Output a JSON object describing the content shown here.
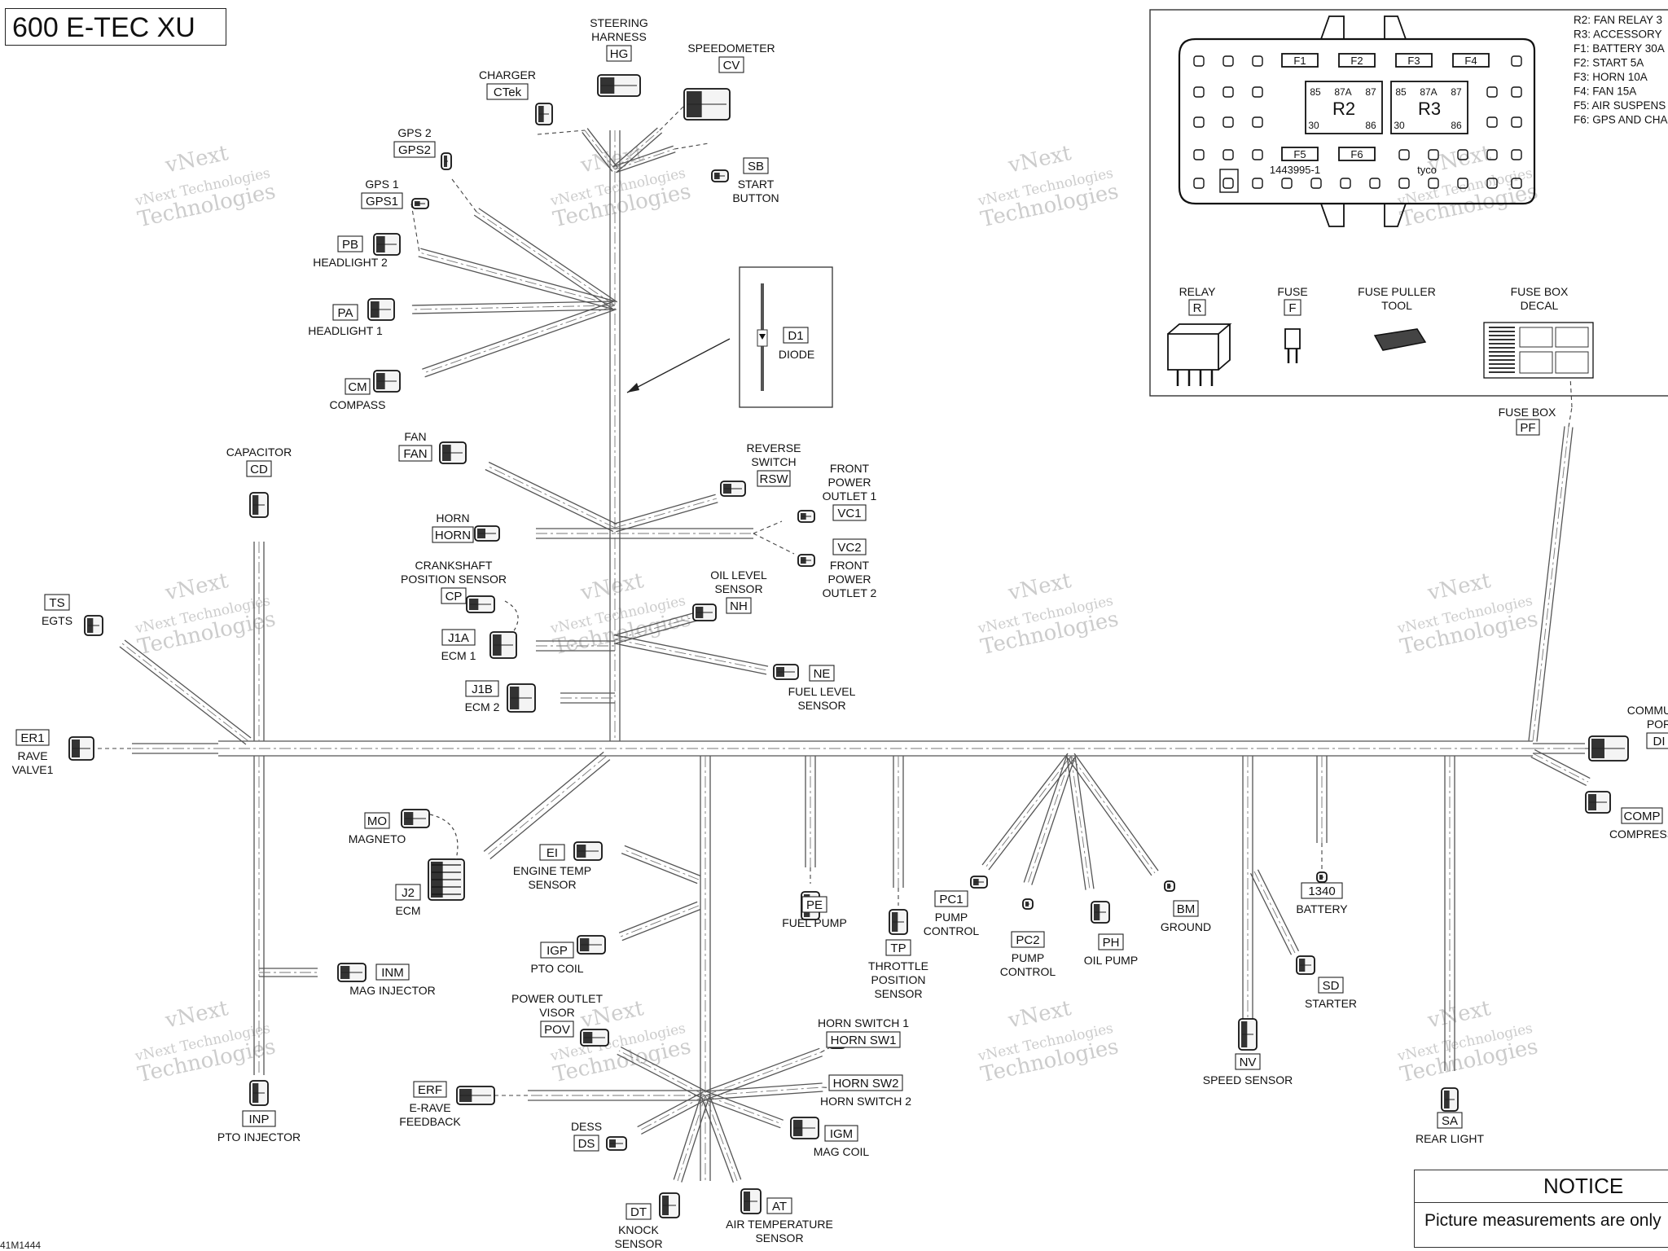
{
  "title": "600 E-TEC XU",
  "doc_id": "41M1444",
  "watermark": {
    "line1": "vNext Technologies",
    "line2": "Technologies",
    "top": "vNext"
  },
  "notice": {
    "heading": "NOTICE",
    "body": "Picture measurements are only"
  },
  "diode": {
    "code": "D1",
    "name": "DIODE"
  },
  "fuse_box": {
    "code": "PF",
    "name": "FUSE BOX",
    "legend": [
      "R2: FAN RELAY 3",
      "R3: ACCESSORY",
      "F1: BATTERY 30A",
      "F2: START 5A",
      "F3: HORN 10A",
      "F4: FAN 15A",
      "F5: AIR SUSPENS",
      "F6: GPS AND CHA"
    ],
    "fuses": [
      "F1",
      "F2",
      "F3",
      "F4",
      "F5",
      "F6"
    ],
    "relays": [
      "R2",
      "R3"
    ],
    "pins": [
      "85",
      "87A",
      "87",
      "30",
      "86"
    ],
    "part_no": "1443995-1",
    "maker": "tyco",
    "parts": [
      {
        "lines": [
          "RELAY"
        ],
        "code": "R"
      },
      {
        "lines": [
          "FUSE"
        ],
        "code": "F"
      },
      {
        "lines": [
          "FUSE PULLER",
          "TOOL"
        ],
        "code": ""
      },
      {
        "lines": [
          "FUSE BOX",
          "DECAL"
        ],
        "code": ""
      }
    ]
  },
  "connectors": [
    {
      "code": "HG",
      "lines_above": [
        "STEERING",
        "HARNESS"
      ],
      "lines_below": []
    },
    {
      "code": "CV",
      "lines_above": [
        "SPEEDOMETER"
      ],
      "lines_below": []
    },
    {
      "code": "CTek",
      "lines_above": [
        "CHARGER"
      ],
      "lines_below": []
    },
    {
      "code": "GPS2",
      "lines_above": [
        "GPS 2"
      ],
      "lines_below": []
    },
    {
      "code": "GPS1",
      "lines_above": [
        "GPS 1"
      ],
      "lines_below": []
    },
    {
      "code": "SB",
      "lines_above": [],
      "lines_below": [
        "START",
        "BUTTON"
      ]
    },
    {
      "code": "PB",
      "lines_above": [],
      "lines_below": [
        "HEADLIGHT 2"
      ]
    },
    {
      "code": "PA",
      "lines_above": [],
      "lines_below": [
        "HEADLIGHT 1"
      ]
    },
    {
      "code": "CM",
      "lines_above": [],
      "lines_below": [
        "COMPASS"
      ]
    },
    {
      "code": "FAN",
      "lines_above": [
        "FAN"
      ],
      "lines_below": []
    },
    {
      "code": "RSW",
      "lines_above": [
        "REVERSE",
        "SWITCH"
      ],
      "lines_below": []
    },
    {
      "code": "VC1",
      "lines_above": [
        "FRONT",
        "POWER",
        "OUTLET 1"
      ],
      "lines_below": []
    },
    {
      "code": "VC2",
      "lines_above": [],
      "lines_below": [
        "FRONT",
        "POWER",
        "OUTLET 2"
      ]
    },
    {
      "code": "HORN",
      "lines_above": [
        "HORN"
      ],
      "lines_below": []
    },
    {
      "code": "CD",
      "lines_above": [
        "CAPACITOR"
      ],
      "lines_below": []
    },
    {
      "code": "CP",
      "lines_above": [
        "CRANKSHAFT",
        "POSITION SENSOR"
      ],
      "lines_below": []
    },
    {
      "code": "NH",
      "lines_above": [
        "OIL LEVEL",
        "SENSOR"
      ],
      "lines_below": []
    },
    {
      "code": "J1A",
      "lines_above": [],
      "lines_below": [
        "ECM 1"
      ]
    },
    {
      "code": "NE",
      "lines_above": [],
      "lines_below": [
        "FUEL LEVEL",
        "SENSOR"
      ]
    },
    {
      "code": "J1B",
      "lines_above": [],
      "lines_below": [
        "ECM 2"
      ]
    },
    {
      "code": "TS",
      "lines_above": [],
      "lines_below": [
        "EGTS"
      ]
    },
    {
      "code": "ER1",
      "lines_above": [],
      "lines_below": [
        "RAVE",
        "VALVE1"
      ]
    },
    {
      "code": "DI",
      "lines_above": [
        "COMMUNIC",
        "POR"
      ],
      "lines_below": []
    },
    {
      "code": "COMP",
      "lines_above": [],
      "lines_below": [
        "COMPRESS"
      ]
    },
    {
      "code": "MO",
      "lines_above": [],
      "lines_below": [
        "MAGNETO"
      ]
    },
    {
      "code": "J2",
      "lines_above": [],
      "lines_below": [
        "ECM"
      ]
    },
    {
      "code": "EI",
      "lines_above": [],
      "lines_below": [
        "ENGINE TEMP",
        "SENSOR"
      ]
    },
    {
      "code": "IGP",
      "lines_above": [],
      "lines_below": [
        "PTO COIL"
      ]
    },
    {
      "code": "PE",
      "lines_above": [],
      "lines_below": [
        "FUEL PUMP"
      ]
    },
    {
      "code": "TP",
      "lines_above": [],
      "lines_below": [
        "THROTTLE",
        "POSITION",
        "SENSOR"
      ]
    },
    {
      "code": "PC1",
      "lines_above": [],
      "lines_below": [
        "PUMP",
        "CONTROL"
      ]
    },
    {
      "code": "PC2",
      "lines_above": [],
      "lines_below": [
        "PUMP",
        "CONTROL"
      ]
    },
    {
      "code": "PH",
      "lines_above": [],
      "lines_below": [
        "OIL PUMP"
      ]
    },
    {
      "code": "BM",
      "lines_above": [],
      "lines_below": [
        "GROUND"
      ]
    },
    {
      "code": "1340",
      "lines_above": [],
      "lines_below": [
        "BATTERY"
      ]
    },
    {
      "code": "SD",
      "lines_above": [],
      "lines_below": [
        "STARTER"
      ]
    },
    {
      "code": "NV",
      "lines_above": [],
      "lines_below": [
        "SPEED SENSOR"
      ]
    },
    {
      "code": "SA",
      "lines_above": [],
      "lines_below": [
        "REAR LIGHT"
      ]
    },
    {
      "code": "INM",
      "lines_above": [],
      "lines_below": [
        "MAG INJECTOR"
      ]
    },
    {
      "code": "INP",
      "lines_above": [],
      "lines_below": [
        "PTO INJECTOR"
      ]
    },
    {
      "code": "POV",
      "lines_above": [
        "POWER OUTLET",
        "VISOR"
      ],
      "lines_below": []
    },
    {
      "code": "HORN SW1",
      "lines_above": [
        "HORN SWITCH 1"
      ],
      "lines_below": []
    },
    {
      "code": "HORN SW2",
      "lines_above": [],
      "lines_below": [
        "HORN SWITCH 2"
      ]
    },
    {
      "code": "ERF",
      "lines_above": [],
      "lines_below": [
        "E-RAVE",
        "FEEDBACK"
      ]
    },
    {
      "code": "IGM",
      "lines_above": [],
      "lines_below": [
        "MAG COIL"
      ]
    },
    {
      "code": "DS",
      "lines_above": [
        "DESS"
      ],
      "lines_below": []
    },
    {
      "code": "DT",
      "lines_above": [],
      "lines_below": [
        "KNOCK",
        "SENSOR"
      ]
    },
    {
      "code": "AT",
      "lines_above": [],
      "lines_below": [
        "AIR TEMPERATURE",
        "SENSOR"
      ]
    }
  ]
}
